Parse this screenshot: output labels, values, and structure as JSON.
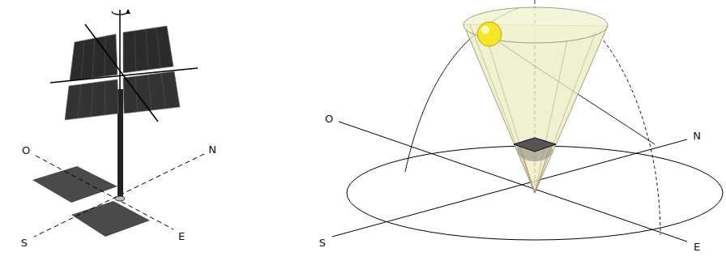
{
  "diagram": {
    "labels": [
      "O",
      "N",
      "S",
      "E",
      "O",
      "N",
      "S",
      "E"
    ]
  }
}
